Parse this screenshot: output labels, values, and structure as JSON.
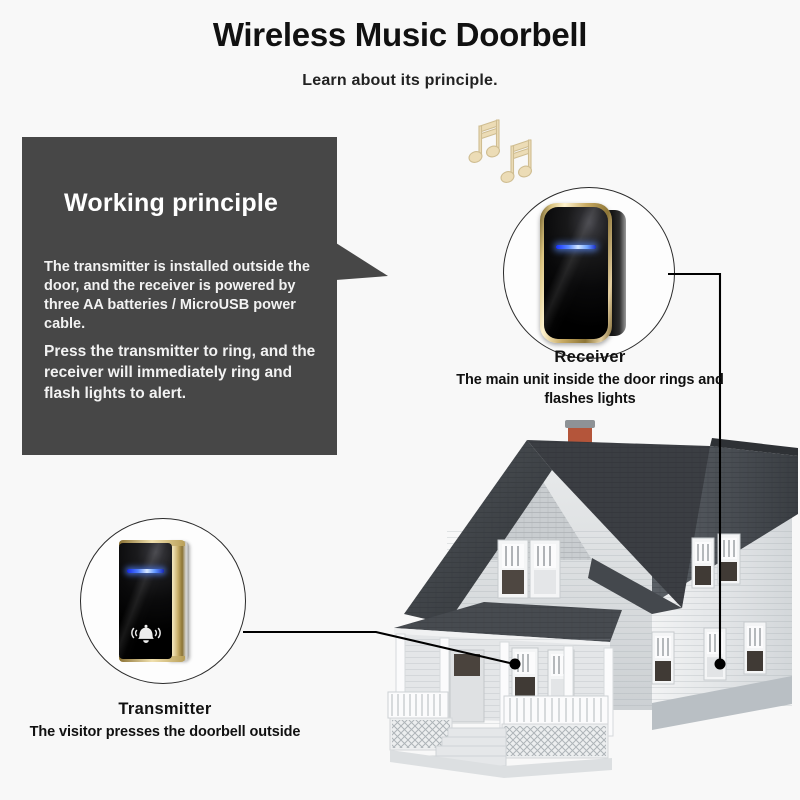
{
  "header": {
    "title": "Wireless Music Doorbell",
    "subtitle": "Learn about its principle."
  },
  "working_principle": {
    "heading": "Working principle",
    "paragraph_1": "The transmitter is installed outside the door, and the receiver is powered by three AA batteries / MicroUSB power cable.",
    "paragraph_2": "Press the transmitter to ring, and the receiver will immediately ring and flash lights to alert.",
    "box_color": "#474747",
    "text_color": "#ffffff"
  },
  "receiver": {
    "label": "Receiver",
    "description": "The main unit inside the door rings and flashes lights",
    "led_color": "#4f8bff",
    "frame_color": "#d9c27e",
    "body_color": "#0a0a0b"
  },
  "transmitter": {
    "label": "Transmitter",
    "description": "The visitor presses the doorbell outside",
    "led_color": "#4f8bff",
    "frame_color": "#e3d2a0",
    "body_color": "#0a0a0b",
    "icon": "doorbell-bell-icon"
  },
  "decor": {
    "music_notes_icon": "music-notes-icon",
    "music_notes_color": "#e6d6ae",
    "house_icon": "model-house-image",
    "roof_color": "#3f4246",
    "siding_color": "#d8dadc",
    "chimney_color": "#b4553a",
    "connector_color": "#000000"
  },
  "page": {
    "background": "#f8f8f8"
  }
}
